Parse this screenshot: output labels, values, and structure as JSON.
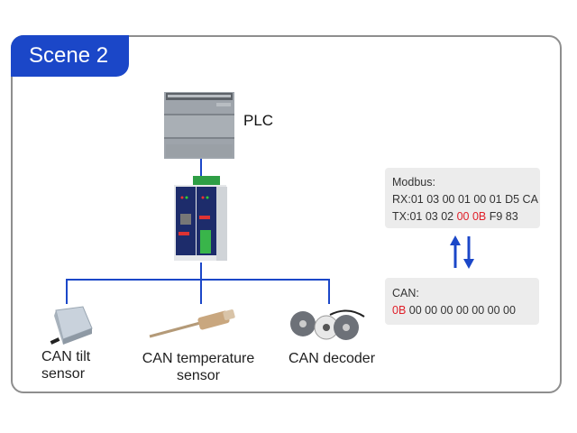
{
  "scene": {
    "title": "Scene 2"
  },
  "colors": {
    "accent": "#1b47c8",
    "highlight": "#e0202a",
    "panel_bg": "#ececec",
    "frame": "#8e8e8e"
  },
  "devices": {
    "plc": {
      "label": "PLC"
    },
    "gateway": {
      "label": ""
    },
    "sensors": [
      {
        "line1": "CAN tilt",
        "line2": "sensor"
      },
      {
        "line1": "CAN temperature",
        "line2": "sensor"
      },
      {
        "line1": "CAN decoder",
        "line2": ""
      }
    ]
  },
  "modbus": {
    "title": "Modbus:",
    "rx": "RX:01 03 00 01 00 01 D5 CA",
    "tx_prefix": "TX:01 03 02 ",
    "tx_highlight": "00 0B",
    "tx_suffix": " F9 83"
  },
  "can": {
    "title": "CAN:",
    "highlight": "0B",
    "rest": " 00 00 00 00 00 00 00"
  },
  "arrows": {
    "up": "arrow-up-icon",
    "down": "arrow-down-icon"
  }
}
